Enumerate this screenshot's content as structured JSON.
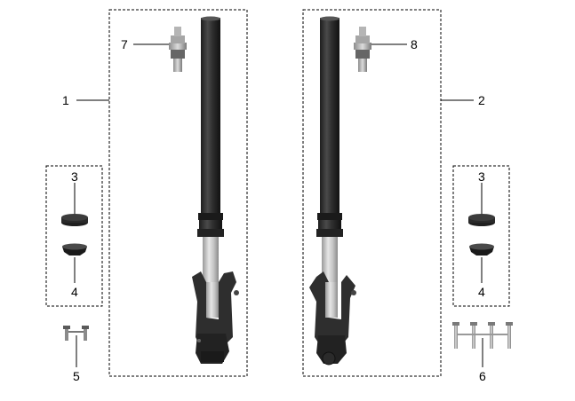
{
  "callouts": {
    "c1": "1",
    "c2": "2",
    "c3_left": "3",
    "c3_right": "3",
    "c4_left": "4",
    "c4_right": "4",
    "c5": "5",
    "c6": "6",
    "c7": "7",
    "c8": "8"
  },
  "colors": {
    "tube_dark": "#2b2b2b",
    "tube_light": "#c8c8c8",
    "bracket": "#3a3a3a"
  }
}
